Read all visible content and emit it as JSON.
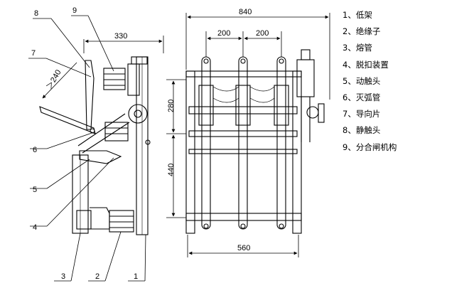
{
  "dimensions": {
    "side_width": "330",
    "side_angle": "＞240",
    "front_width": "840",
    "pole_spacing_left": "200",
    "pole_spacing_right": "200",
    "height_upper": "280",
    "height_lower": "440",
    "base_width": "560"
  },
  "callouts": [
    "1",
    "2",
    "3",
    "4",
    "5",
    "6",
    "7",
    "8",
    "9"
  ],
  "legend": [
    {
      "number": "1、",
      "label": "低架"
    },
    {
      "number": "2、",
      "label": "绝缘子"
    },
    {
      "number": "3、",
      "label": "熔管"
    },
    {
      "number": "4、",
      "label": "脱扣装置"
    },
    {
      "number": "5、",
      "label": "动触头"
    },
    {
      "number": "6、",
      "label": "灭弧管"
    },
    {
      "number": "7、",
      "label": "导向片"
    },
    {
      "number": "8、",
      "label": "静触头"
    },
    {
      "number": "9、",
      "label": "分合闸机构"
    }
  ]
}
